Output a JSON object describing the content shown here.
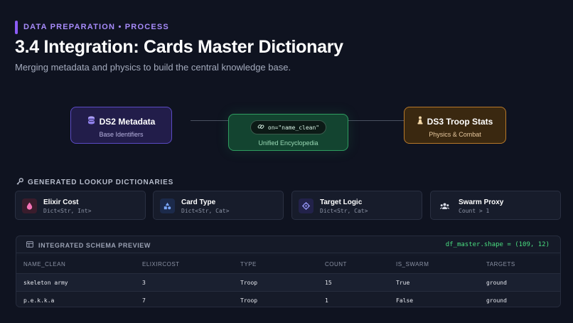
{
  "header": {
    "eyebrow": "DATA PREPARATION • PROCESS",
    "title": "3.4 Integration: Cards Master Dictionary",
    "subtitle": "Merging metadata and physics to build the central knowledge base."
  },
  "flow": {
    "left": {
      "title": "DS2 Metadata",
      "sub": "Base Identifiers",
      "icon": "database-icon"
    },
    "center": {
      "pill": "on=\"name_clean\"",
      "sub": "Unified Encyclopedia",
      "icon": "link-icon"
    },
    "right": {
      "title": "DS3 Troop Stats",
      "sub": "Physics & Combat",
      "icon": "chess-pawn-icon"
    }
  },
  "lookups": {
    "heading": "GENERATED LOOKUP DICTIONARIES",
    "cards": [
      {
        "title": "Elixir Cost",
        "sub": "Dict<Str, Int>",
        "icon": "droplet-icon"
      },
      {
        "title": "Card Type",
        "sub": "Dict<Str, Cat>",
        "icon": "shapes-icon"
      },
      {
        "title": "Target Logic",
        "sub": "Dict<Str, Cat>",
        "icon": "crosshair-icon"
      },
      {
        "title": "Swarm Proxy",
        "sub": "Count > 1",
        "icon": "users-icon"
      }
    ]
  },
  "schema": {
    "heading": "INTEGRATED SCHEMA PREVIEW",
    "shape": "df_master.shape = (109, 12)",
    "columns": [
      "NAME_CLEAN",
      "ELIXIRCOST",
      "TYPE",
      "COUNT",
      "IS_SWARM",
      "TARGETS"
    ],
    "rows": [
      [
        "skeleton army",
        "3",
        "Troop",
        "15",
        "True",
        "ground"
      ],
      [
        "p.e.k.k.a",
        "7",
        "Troop",
        "1",
        "False",
        "ground"
      ]
    ]
  },
  "colors": {
    "accent": "#8b5cf6",
    "ds2": "#5b4bc4",
    "merge": "#2f9d60",
    "ds3": "#b7792a",
    "shape_text": "#4ade80"
  }
}
